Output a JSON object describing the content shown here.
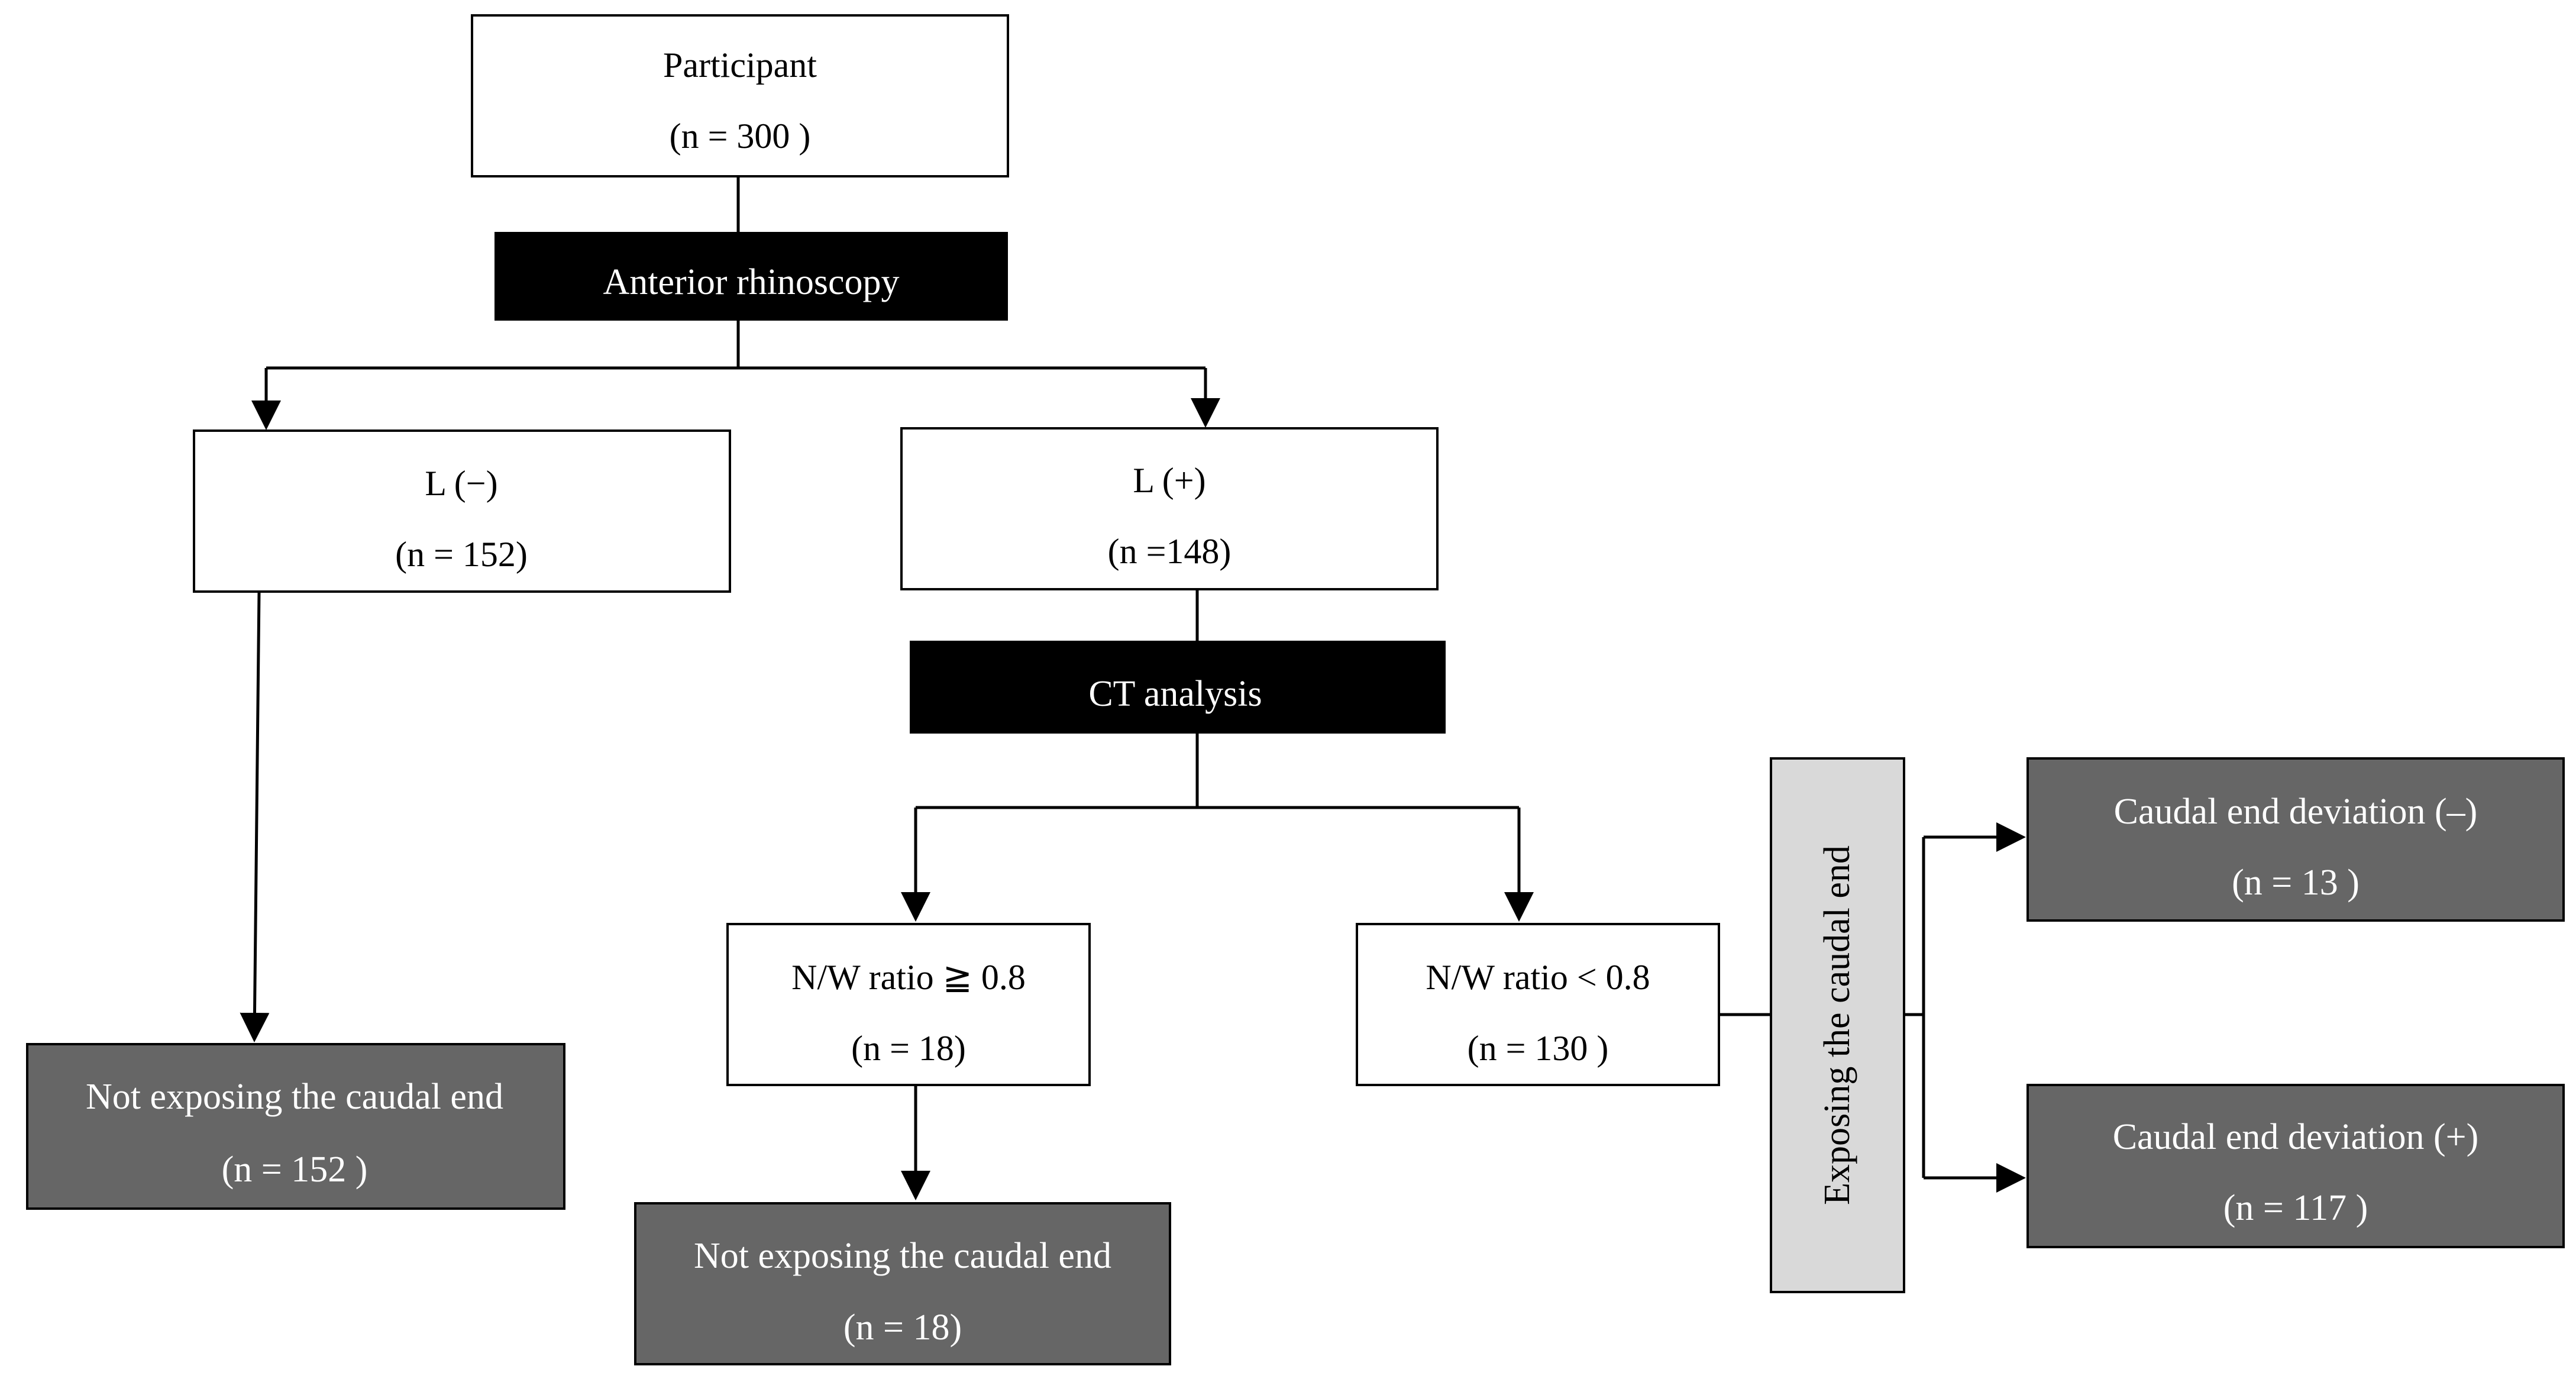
{
  "colors": {
    "box_white": "#ffffff",
    "box_black": "#000000",
    "box_dark_gray": "#666666",
    "box_light_gray": "#d9d9d9",
    "line": "#000000",
    "text_on_light": "#000000",
    "text_on_dark": "#ffffff"
  },
  "nodes": {
    "participant": {
      "title": "Participant",
      "count": "(n = 300 )"
    },
    "anterior_rhinoscopy": {
      "label": "Anterior rhinoscopy"
    },
    "l_minus": {
      "title": "L (−)",
      "count": "(n = 152)"
    },
    "l_plus": {
      "title": "L (+)",
      "count": "(n =148)"
    },
    "ct_analysis": {
      "label": "CT analysis"
    },
    "not_exposing_left": {
      "title": "Not exposing the caudal end",
      "count": "(n = 152 )"
    },
    "nw_ge": {
      "title": "N/W ratio ≧ 0.8",
      "count": "(n = 18)"
    },
    "nw_lt": {
      "title": "N/W ratio < 0.8",
      "count": "(n = 130 )"
    },
    "not_exposing_middle": {
      "title": "Not exposing the caudal end",
      "count": "(n = 18)"
    },
    "exposing": {
      "label": "Exposing the caudal end"
    },
    "deviation_minus": {
      "title": "Caudal end deviation (–)",
      "count": "(n = 13 )"
    },
    "deviation_plus": {
      "title": "Caudal end deviation (+)",
      "count": "(n = 117 )"
    }
  }
}
